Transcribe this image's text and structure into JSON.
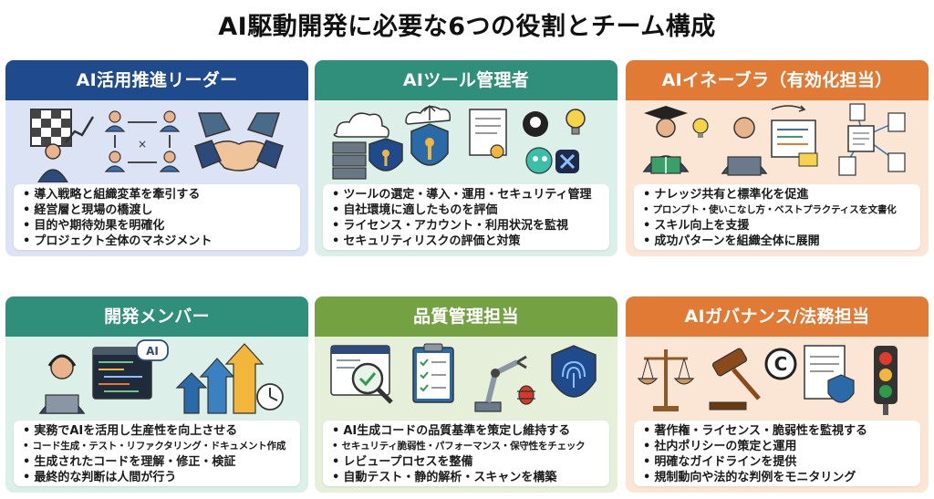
{
  "title": "AI駆動開発に必要な6つの役割とチーム構成",
  "colors": {
    "navy": "#1f4a8c",
    "teal": "#2f8f7a",
    "orange": "#e07a35",
    "green": "#74a243"
  },
  "cards": [
    {
      "header": "AI活用推進リーダー",
      "icons": [
        "chessboard-presenter-icon",
        "org-chart-icon",
        "handshake-icon"
      ],
      "bullets": [
        "導入戦略と組織変革を牽引する",
        "経営層と現場の橋渡し",
        "目的や期待効果を明確化",
        "プロジェクト全体のマネジメント"
      ]
    },
    {
      "header": "AIツール管理者",
      "icons": [
        "cloud-server-shield-icon",
        "cloud-key-shield-icon",
        "certificate-icon",
        "github-icon",
        "lightbulb-icon",
        "ai-tool-logos-icon"
      ],
      "bullets": [
        "ツールの選定・導入・運用・セキュリティ管理",
        "自社環境に適したものを評価",
        "ライセンス・アカウント・利用状況を監視",
        "セキュリティリスクの評価と対策"
      ]
    },
    {
      "header": "AIイネーブラ（有効化担当）",
      "icons": [
        "graduate-reader-icon",
        "lightbulb-icon",
        "laptop-developer-icon",
        "document-network-icon"
      ],
      "bullets": [
        "ナレッジ共有と標準化を促進",
        "プロンプト・使いこなし方・ベストプラクティスを文書化",
        "スキル向上を支援",
        "成功パターンを組織全体に展開"
      ]
    },
    {
      "header": "開発メンバー",
      "icons": [
        "headset-developer-icon",
        "code-window-icon",
        "ai-chat-icon",
        "growth-arrows-clock-icon"
      ],
      "bullets": [
        "実務でAIを活用し生産性を向上させる",
        "コード生成・テスト・リファクタリング・ドキュメント作成",
        "生成されたコードを理解・修正・検証",
        "最終的な判断は人間が行う"
      ]
    },
    {
      "header": "品質管理担当",
      "icons": [
        "code-magnifier-check-icon",
        "checklist-clipboard-icon",
        "robot-arm-bug-icon",
        "fingerprint-shield-icon"
      ],
      "bullets": [
        "AI生成コードの品質基準を策定し維持する",
        "セキュリティ脆弱性・パフォーマンス・保守性をチェック",
        "レビュープロセスを整備",
        "自動テスト・静的解析・スキャンを構築"
      ]
    },
    {
      "header": "AIガバナンス/法務担当",
      "icons": [
        "scales-icon",
        "gavel-icon",
        "copyright-icon",
        "document-shield-icon",
        "traffic-light-icon"
      ],
      "bullets": [
        "著作権・ライセンス・脆弱性を監視する",
        "社内ポリシーの策定と運用",
        "明確なガイドラインを提供",
        "規制動向や法的な判例をモニタリング"
      ]
    }
  ]
}
